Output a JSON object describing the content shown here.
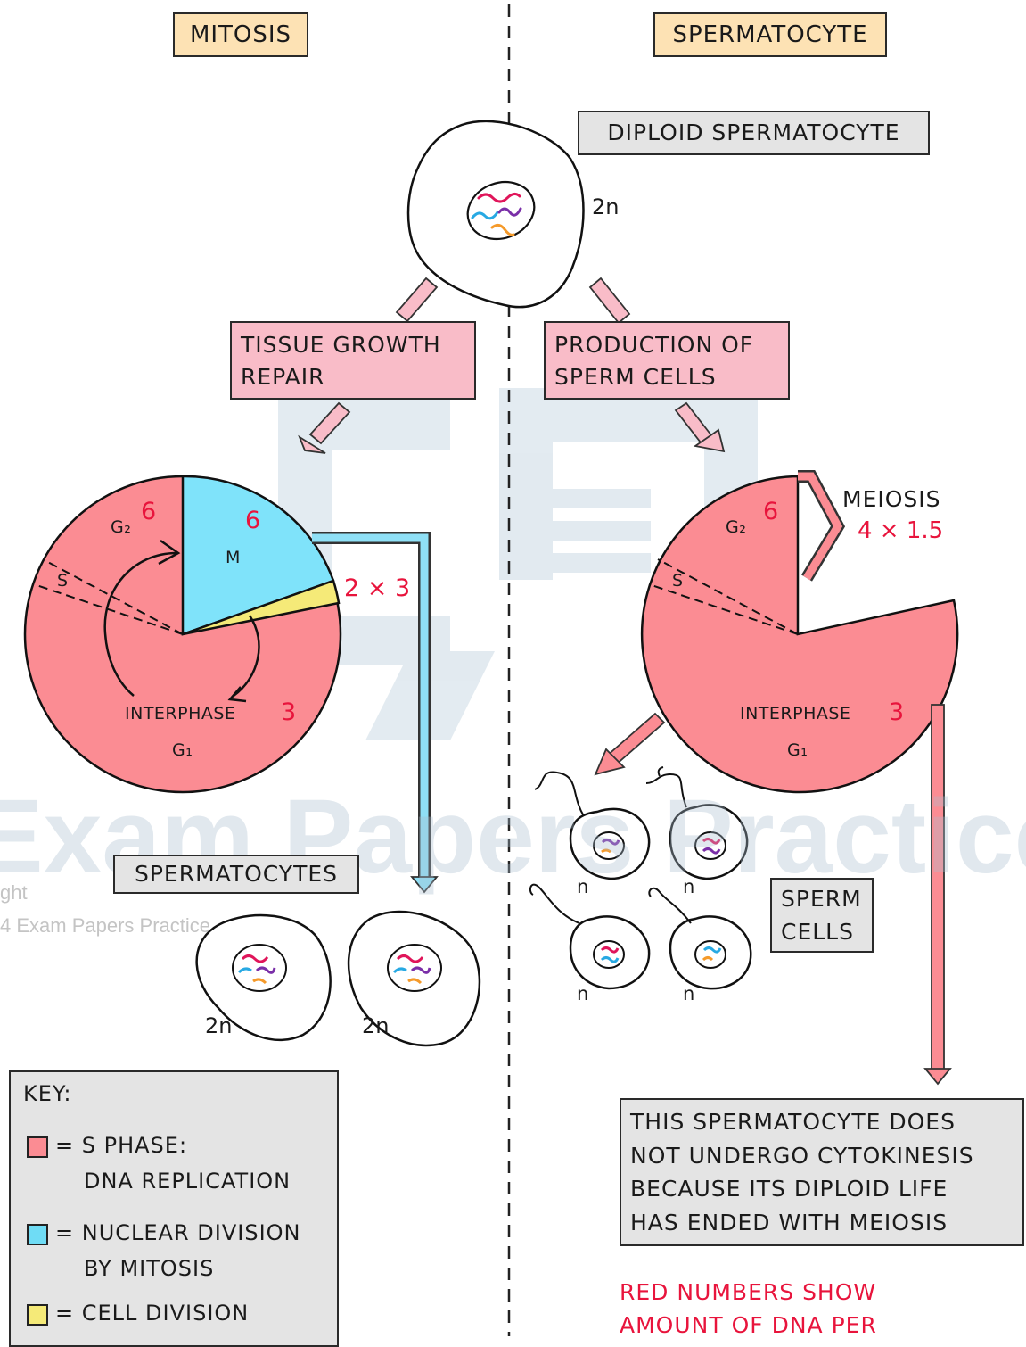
{
  "headers": {
    "left": "MITOSIS",
    "right": "SPERMATOCYTE"
  },
  "diploid_label": "DIPLOID SPERMATOCYTE",
  "ploidy": {
    "diploid": "2n",
    "haploid": "n"
  },
  "tissue_box": [
    "TISSUE GROWTH",
    "REPAIR"
  ],
  "sperm_box": [
    "PRODUCTION OF",
    "SPERM CELLS"
  ],
  "cycle_labels": {
    "g2": "G₂",
    "g1": "G₁",
    "s": "S",
    "m": "M",
    "interphase": "INTERPHASE"
  },
  "dna_amounts": {
    "g2": "6",
    "m": "6",
    "g1": "3",
    "division": "2 × 3"
  },
  "meiosis": {
    "label": "MEIOSIS",
    "amount": "4 × 1.5"
  },
  "spermatocytes_label": "SPERMATOCYTES",
  "sperm_cells_label": [
    "SPERM",
    "CELLS"
  ],
  "note": [
    "THIS SPERMATOCYTE DOES",
    "NOT UNDERGO CYTOKINESIS",
    "BECAUSE ITS DIPLOID LIFE",
    "HAS ENDED WITH MEIOSIS"
  ],
  "red_note": [
    "RED NUMBERS SHOW",
    "AMOUNT OF DNA PER"
  ],
  "key": {
    "title": "KEY:",
    "items": [
      {
        "color": "#fb8c93",
        "lines": [
          "= S PHASE:",
          "DNA REPLICATION"
        ]
      },
      {
        "color": "#6fdcf5",
        "lines": [
          "= NUCLEAR DIVISION",
          "BY MITOSIS"
        ]
      },
      {
        "color": "#f5ea78",
        "lines": [
          "= CELL DIVISION"
        ]
      }
    ]
  },
  "watermark": {
    "brand": "Exam Papers Practice",
    "copyright_1": "ght",
    "copyright_2": "4 Exam Papers Practice"
  },
  "colors": {
    "s_phase": "#fb8c93",
    "mitosis": "#6fdcf5",
    "cell_division": "#f5ea78",
    "header": "#fde2b4",
    "pink_box": "#f9bcc8",
    "grey_box": "#e4e4e4",
    "red_text": "#e8143c"
  }
}
